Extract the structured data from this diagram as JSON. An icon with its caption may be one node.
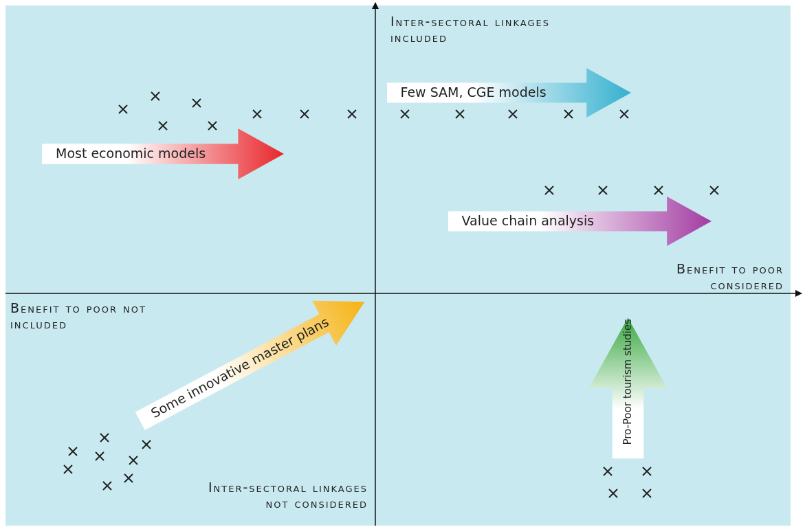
{
  "diagram": {
    "nodes": [
      {
        "text": [
          "Few SAM, CGE models"
        ]
      },
      {
        "text": [
          "Most economic models"
        ]
      },
      {
        "text": [
          "Value chain analysis"
        ]
      },
      {
        "text": [
          "Some innovative master plans"
        ]
      },
      {
        "text": [
          "Pro-Poor tourism studies"
        ]
      }
    ],
    "labels": [
      "Inter-sectoral linkages included",
      "Benefit to poor considered",
      "Benefit to poor not included",
      "Inter-sectoral linkages not considered"
    ]
  }
}
